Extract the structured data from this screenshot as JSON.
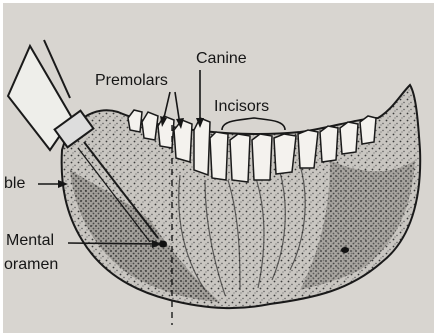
{
  "figure": {
    "background": "#d8d5d0",
    "ink": "#161616",
    "labels": {
      "canine": "Canine",
      "premolars": "Premolars",
      "incisors": "Incisors",
      "mandible": "ble",
      "mental_line1": "Mental",
      "mental_line2": "oramen"
    }
  }
}
